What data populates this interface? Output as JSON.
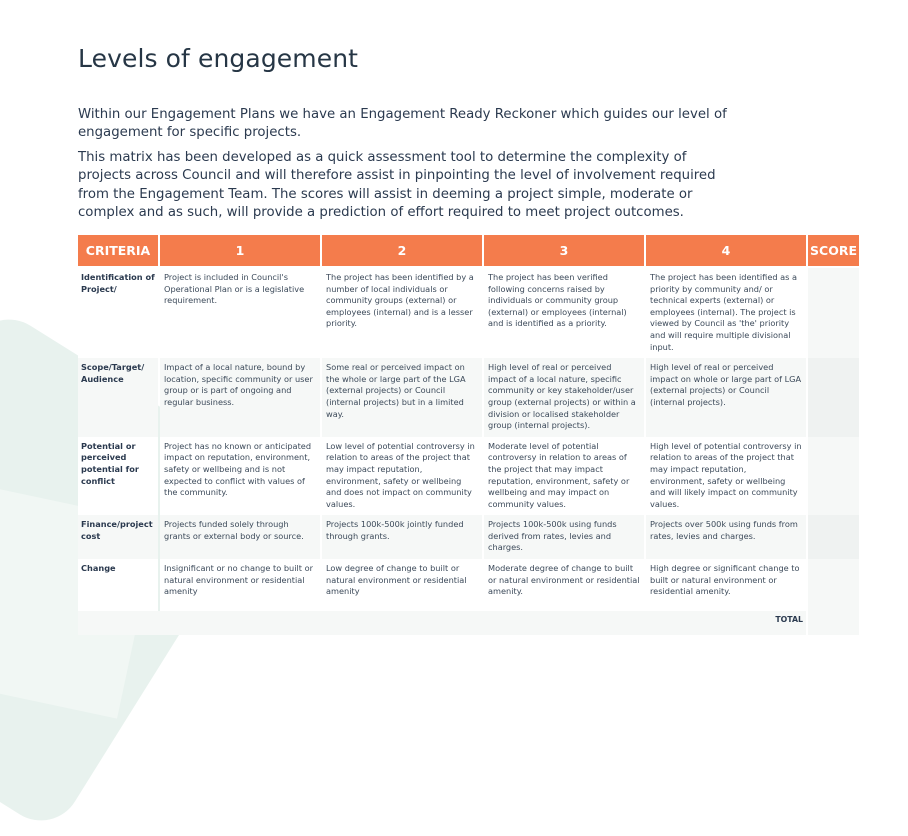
{
  "title": "Levels of engagement",
  "intro_paragraphs": [
    "Within our Engagement Plans we have an Engagement Ready Reckoner which guides our level of engagement for specific projects.",
    "This matrix has been developed as a quick assessment tool to determine the complexity of projects across Council and will therefore assist in pinpointing the level of involvement required from the Engagement Team. The scores will assist in deeming a project simple, moderate or complex and as such, will provide a prediction of effort required to meet project outcomes."
  ],
  "table": {
    "headers": [
      "CRITERIA",
      "1",
      "2",
      "3",
      "4",
      "SCORE"
    ],
    "rows": [
      {
        "criteria": "Identification of Project/",
        "cells": [
          "Project is included in Council's Operational Plan or is a legislative requirement.",
          "The project has been identified by a number of local individuals or community groups (external) or employees (internal) and is a lesser priority.",
          "The project has been verified following concerns raised by individuals or community group (external) or employees (internal) and is identified as a priority.",
          "The project has been identified as a priority by community and/ or technical experts (external) or employees (internal). The project is viewed by Council as 'the' priority and will require multiple divisional input."
        ],
        "score": ""
      },
      {
        "criteria": "Scope/Target/ Audience",
        "cells": [
          "Impact of a local nature, bound by location, specific community or user group or is part of ongoing and regular business.",
          "Some real or perceived impact on the whole or large part of the LGA (external projects) or Council (internal projects) but in a limited way.",
          "High level of real or perceived impact of a local nature, specific community or key stakeholder/user group (external projects) or within a division or localised stakeholder group (internal projects).",
          "High level of real or perceived impact on whole or large part of LGA (external projects) or Council (internal projects)."
        ],
        "score": ""
      },
      {
        "criteria": "Potential or perceived potential for conflict",
        "cells": [
          "Project has no known or anticipated impact on reputation, environment, safety or wellbeing and is not expected to conflict with values of the community.",
          "Low level of potential controversy in relation to areas of the project that may impact reputation, environment, safety or wellbeing and does not impact on community values.",
          "Moderate level of potential controversy in relation to areas of the project that may impact reputation, environment, safety or wellbeing and may impact on community values.",
          "High level of potential controversy in relation to areas of the project that may impact reputation, environment, safety or wellbeing and will likely impact on community values."
        ],
        "score": ""
      },
      {
        "criteria": "Finance/project cost",
        "cells": [
          "Projects funded solely through grants or external body or source.",
          "Projects 100k-500k jointly funded through grants.",
          "Projects 100k-500k using funds derived from rates, levies and charges.",
          "Projects over 500k using funds from rates, levies and charges."
        ],
        "score": ""
      },
      {
        "criteria": "Change",
        "cells": [
          "Insignificant or no change to built or natural environment or residential amenity",
          "Low degree of change to built or natural environment or residential amenity",
          "Moderate degree of change to built or natural environment or residential amenity.",
          "High degree or significant change to built or natural environment or residential amenity."
        ],
        "score": ""
      }
    ],
    "total_label": "TOTAL"
  },
  "colors": {
    "header_bg": "#f47c4c",
    "title_text": "#263645",
    "decor_shape": "#e8f2ee"
  }
}
